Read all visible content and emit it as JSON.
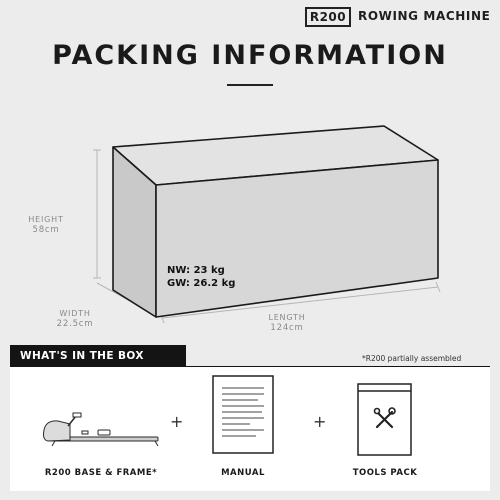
{
  "header": {
    "model_badge": "R200",
    "product_name": "ROWING MACHINE",
    "title": "PACKING INFORMATION"
  },
  "dimensions": {
    "height_label": "HEIGHT",
    "height_value": "58cm",
    "width_label": "WIDTH",
    "width_value": "22.5cm",
    "length_label": "LENGTH",
    "length_value": "124cm"
  },
  "weights": {
    "net": "NW: 23 kg",
    "gross": "GW: 26.2 kg"
  },
  "box_contents": {
    "heading": "WHAT'S IN THE BOX",
    "note": "*R200 partially assembled",
    "plus_symbol": "+",
    "items": [
      {
        "label": "R200 BASE & FRAME*",
        "icon": "rowing-machine-icon"
      },
      {
        "label": "MANUAL",
        "icon": "manual-icon"
      },
      {
        "label": "TOOLS PACK",
        "icon": "tools-pack-icon"
      }
    ]
  },
  "colors": {
    "background": "#ececec",
    "box_front": "#d6d6d6",
    "box_top": "#e2e2e2",
    "box_side": "#c8c8c8",
    "dark": "#141414"
  }
}
